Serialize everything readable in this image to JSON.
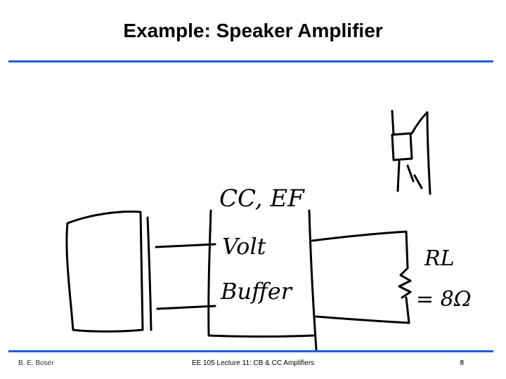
{
  "slide": {
    "title": "Example: Speaker Amplifier"
  },
  "sketch": {
    "stage_label": "CC, EF",
    "block_line1": "Volt",
    "block_line2": "Buffer",
    "load_label": "RL",
    "load_value": "= 8Ω"
  },
  "footer": {
    "author": "B. E. Boser",
    "course": "EE 105 Lecture 11: CB & CC Amplifiers",
    "page": "8"
  },
  "colors": {
    "rule": "#1a5ed8",
    "ink": "#000000"
  }
}
